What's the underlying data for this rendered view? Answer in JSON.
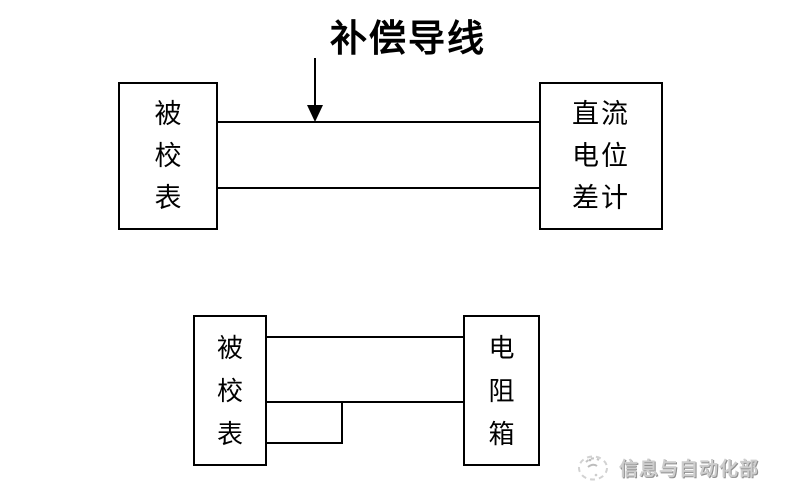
{
  "annotation": {
    "label": "补偿导线"
  },
  "top_diagram": {
    "left_box_label": "被校表",
    "left_box_chars": [
      "被",
      "校",
      "表"
    ],
    "right_box_label": "直流电位差计",
    "right_box_rows": [
      "直流",
      "电位",
      "差计"
    ],
    "wire_count": 2
  },
  "bottom_diagram": {
    "left_box_label": "被校表",
    "left_box_chars": [
      "被",
      "校",
      "表"
    ],
    "right_box_label": "电阻箱",
    "right_box_chars": [
      "电",
      "阻",
      "箱"
    ],
    "wire_count": 3
  },
  "watermark": {
    "label": "信息与自动化部",
    "logo": "swirl-globe-icon"
  },
  "colors": {
    "line": "#000000",
    "background": "#ffffff",
    "watermark_text": "#cdcdcd",
    "watermark_shadow": "#8e8e8e"
  }
}
